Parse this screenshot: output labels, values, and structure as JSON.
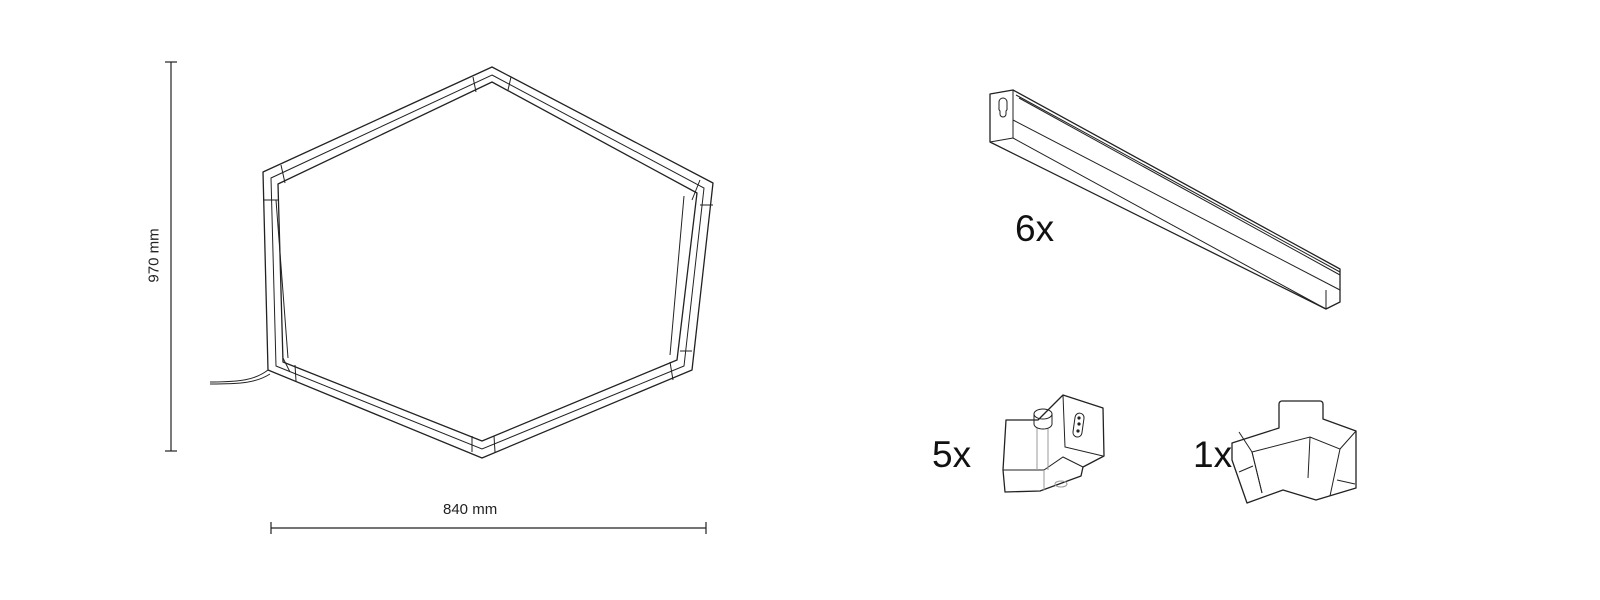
{
  "dimensions": {
    "height_label": "970 mm",
    "width_label": "840 mm"
  },
  "parts": [
    {
      "name": "light-bar",
      "quantity_label": "6x"
    },
    {
      "name": "corner-connector-with-mount",
      "quantity_label": "5x"
    },
    {
      "name": "corner-connector",
      "quantity_label": "1x"
    }
  ],
  "colors": {
    "line": "#222222",
    "background": "#ffffff"
  }
}
